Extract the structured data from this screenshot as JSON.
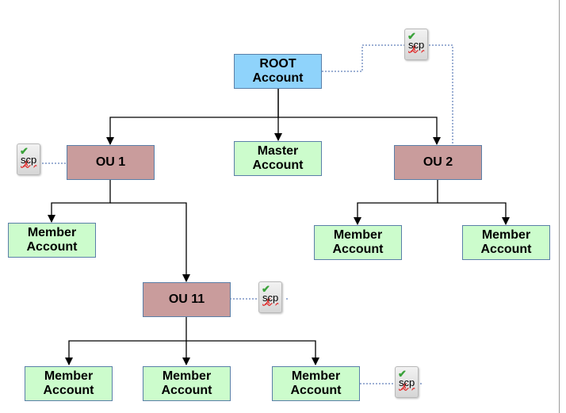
{
  "nodes": {
    "root": {
      "line1": "ROOT",
      "line2": "Account"
    },
    "master": {
      "line1": "Master",
      "line2": "Account"
    },
    "ou1": {
      "label": "OU 1"
    },
    "ou2": {
      "label": "OU 2"
    },
    "ou11": {
      "label": "OU 11"
    },
    "member_ou1": {
      "line1": "Member",
      "line2": "Account"
    },
    "member_ou2_a": {
      "line1": "Member",
      "line2": "Account"
    },
    "member_ou2_b": {
      "line1": "Member",
      "line2": "Account"
    },
    "member_ou11_a": {
      "line1": "Member",
      "line2": "Account"
    },
    "member_ou11_b": {
      "line1": "Member",
      "line2": "Account"
    },
    "member_ou11_c": {
      "line1": "Member",
      "line2": "Account"
    }
  },
  "scp_label": "scp",
  "colors": {
    "root_fill": "#8fd3fb",
    "ou_fill": "#c99c9c",
    "account_fill": "#ccfccc",
    "node_border": "#5a7fa8",
    "connector": "#000000",
    "policy_link": "#3b62a8"
  },
  "icons": [
    "document-check-icon",
    "policy-document-icon"
  ]
}
